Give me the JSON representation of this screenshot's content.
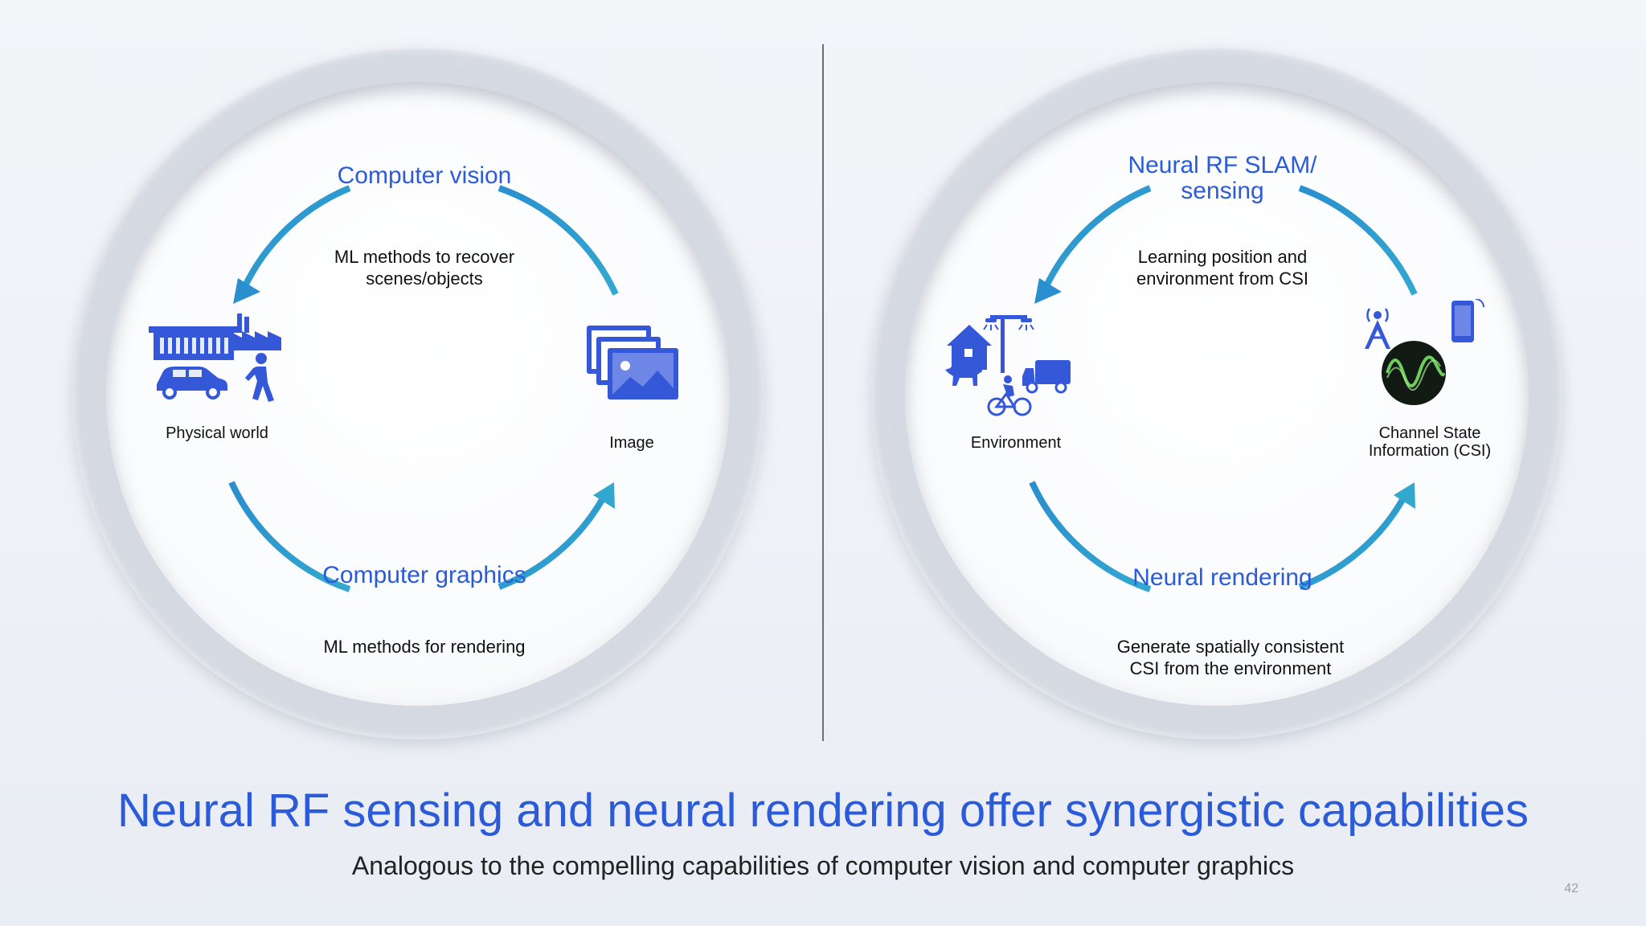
{
  "title": "Neural RF sensing and neural rendering offer synergistic capabilities",
  "subtitle": "Analogous to the compelling capabilities of computer vision and computer graphics",
  "page_number": "42",
  "colors": {
    "accent_blue": "#2b5bd8",
    "arrow_blue": "#2f9fd0",
    "ring_gray": "#d3d8e0"
  },
  "left_cycle": {
    "top_heading": "Computer vision",
    "top_description": "ML methods to recover scenes/objects",
    "bottom_heading": "Computer graphics",
    "bottom_description": "ML methods for rendering",
    "left_node": {
      "label": "Physical world",
      "icons": [
        "factory-icon",
        "car-icon",
        "pedestrian-icon"
      ]
    },
    "right_node": {
      "label": "Image",
      "icons": [
        "image-stack-icon"
      ]
    }
  },
  "right_cycle": {
    "top_heading": "Neural RF SLAM/ sensing",
    "top_description": "Learning position and environment from CSI",
    "bottom_heading": "Neural rendering",
    "bottom_description": "Generate spatially consistent CSI from the environment",
    "left_node": {
      "label": "Environment",
      "icons": [
        "house-icon",
        "dog-icon",
        "street-light-icon",
        "cyclist-icon",
        "truck-icon"
      ]
    },
    "right_node": {
      "label": "Channel State Information (CSI)",
      "icons": [
        "antenna-tower-icon",
        "smartphone-icon",
        "oscilloscope-waveform-icon"
      ]
    }
  }
}
